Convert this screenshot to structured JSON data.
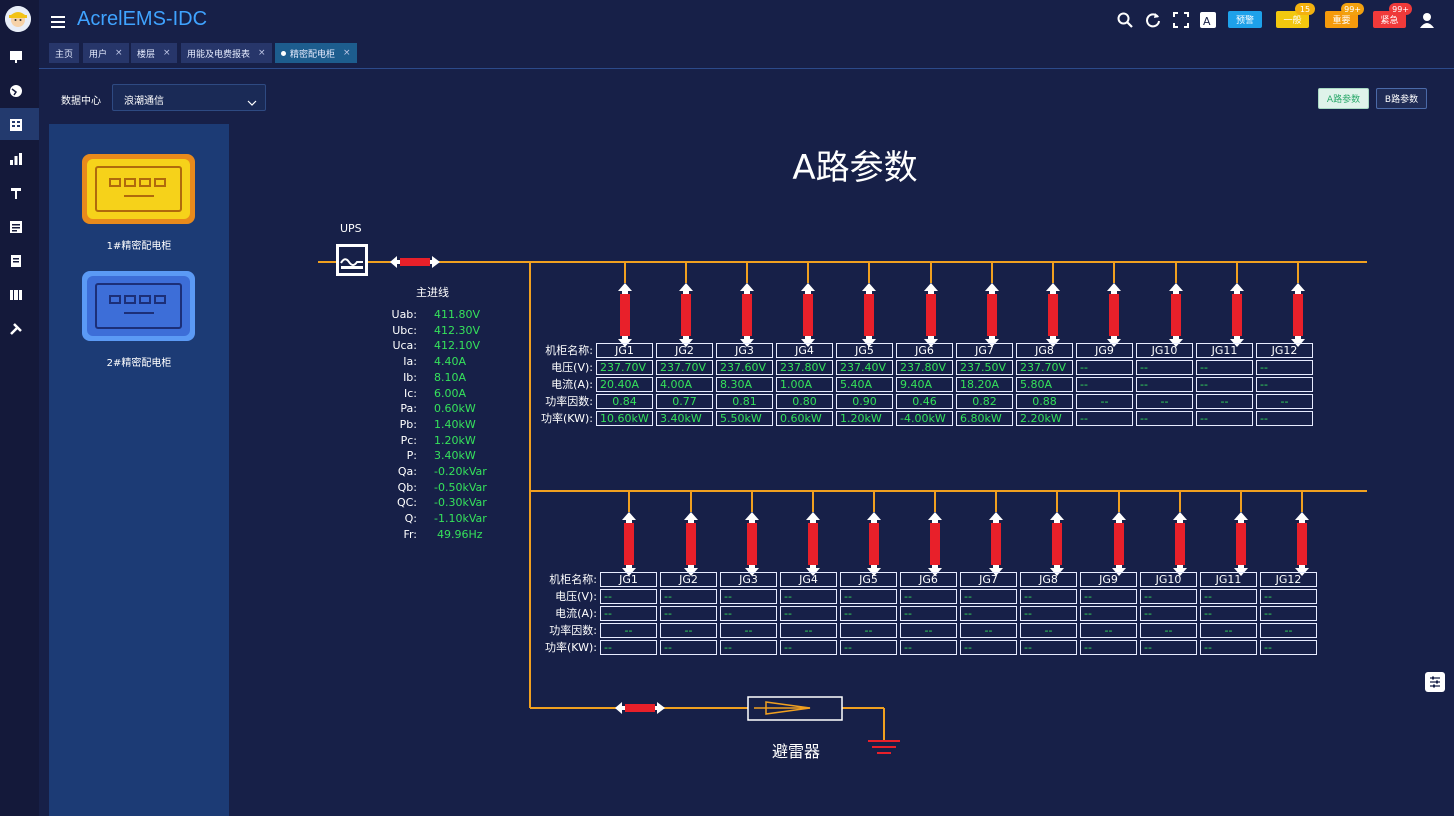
{
  "app": {
    "title": "AcrelEMS-IDC"
  },
  "toolbar": {
    "btn_preview": "预警",
    "alarm_normal_label": "一般",
    "alarm_normal_count": "15",
    "alarm_important_label": "重要",
    "alarm_important_count": "99+",
    "alarm_urgent_label": "紧急",
    "alarm_urgent_count": "99+"
  },
  "tabs": [
    {
      "label": "主页",
      "closable": false
    },
    {
      "label": "用户",
      "closable": true
    },
    {
      "label": "楼层",
      "closable": true
    },
    {
      "label": "用能及电费报表",
      "closable": true
    },
    {
      "label": "精密配电柜",
      "closable": true,
      "active": true
    }
  ],
  "filter": {
    "label": "数据中心",
    "value": "浪潮通信"
  },
  "cabinets": [
    {
      "label": "1#精密配电柜",
      "color": "#f2c318"
    },
    {
      "label": "2#精密配电柜",
      "color": "#3d7ff0"
    }
  ],
  "switch": {
    "a_label": "A路参数",
    "b_label": "B路参数"
  },
  "main": {
    "title": "A路参数",
    "ups_label": "UPS",
    "main_line_label": "主进线",
    "arrester_label": "避雷器"
  },
  "measurements": [
    {
      "name": "Uab:",
      "value": "411.80V"
    },
    {
      "name": "Ubc:",
      "value": "412.30V"
    },
    {
      "name": "Uca:",
      "value": "412.10V"
    },
    {
      "name": "Ia:",
      "value": "4.40A"
    },
    {
      "name": "Ib:",
      "value": "8.10A"
    },
    {
      "name": "Ic:",
      "value": "6.00A"
    },
    {
      "name": "Pa:",
      "value": "0.60kW"
    },
    {
      "name": "Pb:",
      "value": "1.40kW"
    },
    {
      "name": "Pc:",
      "value": "1.20kW"
    },
    {
      "name": "P:",
      "value": "3.40kW"
    },
    {
      "name": "Qa:",
      "value": "-0.20kVar"
    },
    {
      "name": "Qb:",
      "value": "-0.50kVar"
    },
    {
      "name": "QC:",
      "value": "-0.30kVar"
    },
    {
      "name": "Q:",
      "value": "-1.10kVar"
    },
    {
      "name": "Fr:",
      "value": "49.96Hz"
    }
  ],
  "table_labels": {
    "name": "机柜名称:",
    "voltage": "电压(V):",
    "current": "电流(A):",
    "pf": "功率因数:",
    "power": "功率(KW):"
  },
  "top_table": {
    "names": [
      "JG1",
      "JG2",
      "JG3",
      "JG4",
      "JG5",
      "JG6",
      "JG7",
      "JG8",
      "JG9",
      "JG10",
      "JG11",
      "JG12"
    ],
    "voltage": [
      "237.70V",
      "237.70V",
      "237.60V",
      "237.80V",
      "237.40V",
      "237.80V",
      "237.50V",
      "237.70V",
      "--",
      "--",
      "--",
      "--"
    ],
    "current": [
      "20.40A",
      "4.00A",
      "8.30A",
      "1.00A",
      "5.40A",
      "9.40A",
      "18.20A",
      "5.80A",
      "--",
      "--",
      "--",
      "--"
    ],
    "pf": [
      "0.84",
      "0.77",
      "0.81",
      "0.80",
      "0.90",
      "0.46",
      "0.82",
      "0.88",
      "--",
      "--",
      "--",
      "--"
    ],
    "power": [
      "10.60kW",
      "3.40kW",
      "5.50kW",
      "0.60kW",
      "1.20kW",
      "-4.00kW",
      "6.80kW",
      "2.20kW",
      "--",
      "--",
      "--",
      "--"
    ]
  },
  "bottom_table": {
    "names": [
      "JG1",
      "JG2",
      "JG3",
      "JG4",
      "JG5",
      "JG6",
      "JG7",
      "JG8",
      "JG9",
      "JG10",
      "JG11",
      "JG12"
    ],
    "voltage": [
      "--",
      "--",
      "--",
      "--",
      "--",
      "--",
      "--",
      "--",
      "--",
      "--",
      "--",
      "--"
    ],
    "current": [
      "--",
      "--",
      "--",
      "--",
      "--",
      "--",
      "--",
      "--",
      "--",
      "--",
      "--",
      "--"
    ],
    "pf": [
      "--",
      "--",
      "--",
      "--",
      "--",
      "--",
      "--",
      "--",
      "--",
      "--",
      "--",
      "--"
    ],
    "power": [
      "--",
      "--",
      "--",
      "--",
      "--",
      "--",
      "--",
      "--",
      "--",
      "--",
      "--",
      "--"
    ]
  },
  "colors": {
    "busbar": "#f0a020",
    "breaker": "#e8202a",
    "value_green": "#35e25b",
    "accent_blue": "#3fa3ff"
  }
}
